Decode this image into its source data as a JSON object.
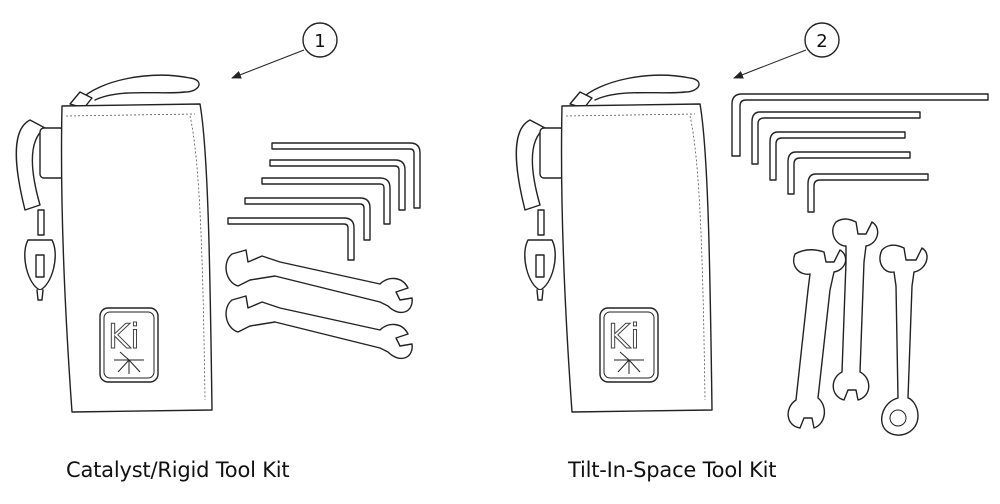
{
  "callouts": [
    {
      "number": "1"
    },
    {
      "number": "2"
    }
  ],
  "kits": [
    {
      "caption": "Catalyst/Rigid Tool Kit",
      "pouch_logo": "Ki"
    },
    {
      "caption": "Tilt-In-Space Tool Kit",
      "pouch_logo": "Ki"
    }
  ],
  "colors": {
    "line": "#222222",
    "background": "#ffffff"
  }
}
